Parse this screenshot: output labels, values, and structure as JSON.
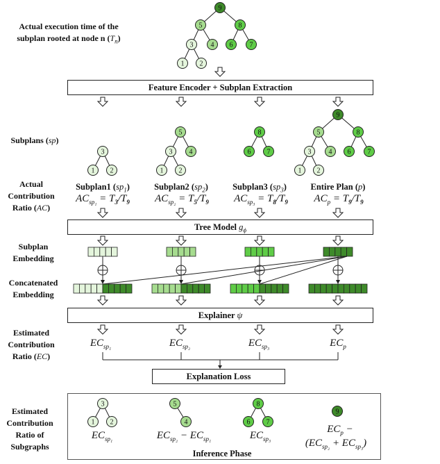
{
  "colors": {
    "lightest": "#e4f5dc",
    "light": "#a6dc8f",
    "bright": "#5fcc47",
    "dark": "#3e8a2a",
    "stroke": "#222222"
  },
  "top_label": {
    "line1": "Actual execution time of the",
    "line2": "subplan rooted at node n (",
    "var": "T",
    "sub": "n",
    "close": ")"
  },
  "bars": {
    "feature_encoder": "Feature Encoder + Subplan Extraction",
    "tree_model": "Tree Model ",
    "tree_model_var": "g",
    "tree_model_sub": "ϕ",
    "explainer": "Explainer ",
    "explainer_var": "ψ",
    "explanation_loss": "Explanation Loss"
  },
  "left_labels": {
    "subplans": "Subplans (",
    "subplans_var": "sp",
    "subplans_close": ")",
    "actual_1": "Actual",
    "actual_2": "Contribution",
    "actual_3": "Ratio (",
    "actual_var": "AC",
    "actual_close": ")",
    "subplan_emb_1": "Subplan",
    "subplan_emb_2": "Embedding",
    "concat_1": "Concatenated",
    "concat_2": "Embedding",
    "est_1": "Estimated",
    "est_2": "Contribution",
    "est_3": "Ratio (",
    "est_var": "EC",
    "est_close": ")",
    "sub_1": "Estimated",
    "sub_2": "Contribution",
    "sub_3": "Ratio of",
    "sub_4": "Subgraphs"
  },
  "plans": [
    {
      "title": "Subplan1 (",
      "var": "sp",
      "sub": "1",
      "close": ")",
      "ratio": "AC_{sp₁} = T₃/T₉",
      "ratio_parts": [
        "AC",
        "sp₁",
        " = T",
        "3",
        "/T",
        "9"
      ],
      "ec": [
        "EC",
        "sp₁"
      ]
    },
    {
      "title": "Subplan2 (",
      "var": "sp",
      "sub": "2",
      "close": ")",
      "ratio_parts": [
        "AC",
        "sp₂",
        " = T",
        "5",
        "/T",
        "9"
      ],
      "ec": [
        "EC",
        "sp₂"
      ]
    },
    {
      "title": "Subplan3 (",
      "var": "sp",
      "sub": "3",
      "close": ")",
      "ratio_parts": [
        "AC",
        "sp₃",
        " = T",
        "8",
        "/T",
        "9"
      ],
      "ec": [
        "EC",
        "sp₃"
      ]
    },
    {
      "title": "Entire Plan (",
      "var": "p",
      "sub": "",
      "close": ")",
      "ratio_parts": [
        "AC",
        "p",
        " = T",
        "9",
        "/T",
        "9"
      ],
      "ec": [
        "EC",
        "p"
      ]
    }
  ],
  "inference": {
    "caption": "Inference Phase",
    "sub1": [
      "EC",
      "sp₁"
    ],
    "sub2": [
      "EC",
      "sp₂",
      " − EC",
      "sp₁"
    ],
    "sub3": [
      "EC",
      "sp₃"
    ],
    "sub4_line1": [
      "EC",
      "p",
      " −"
    ],
    "sub4_line2": [
      "(EC",
      "sp₂",
      " + EC",
      "sp₃",
      ")"
    ]
  },
  "node_labels": [
    "1",
    "2",
    "3",
    "4",
    "5",
    "6",
    "7",
    "8",
    "9"
  ]
}
